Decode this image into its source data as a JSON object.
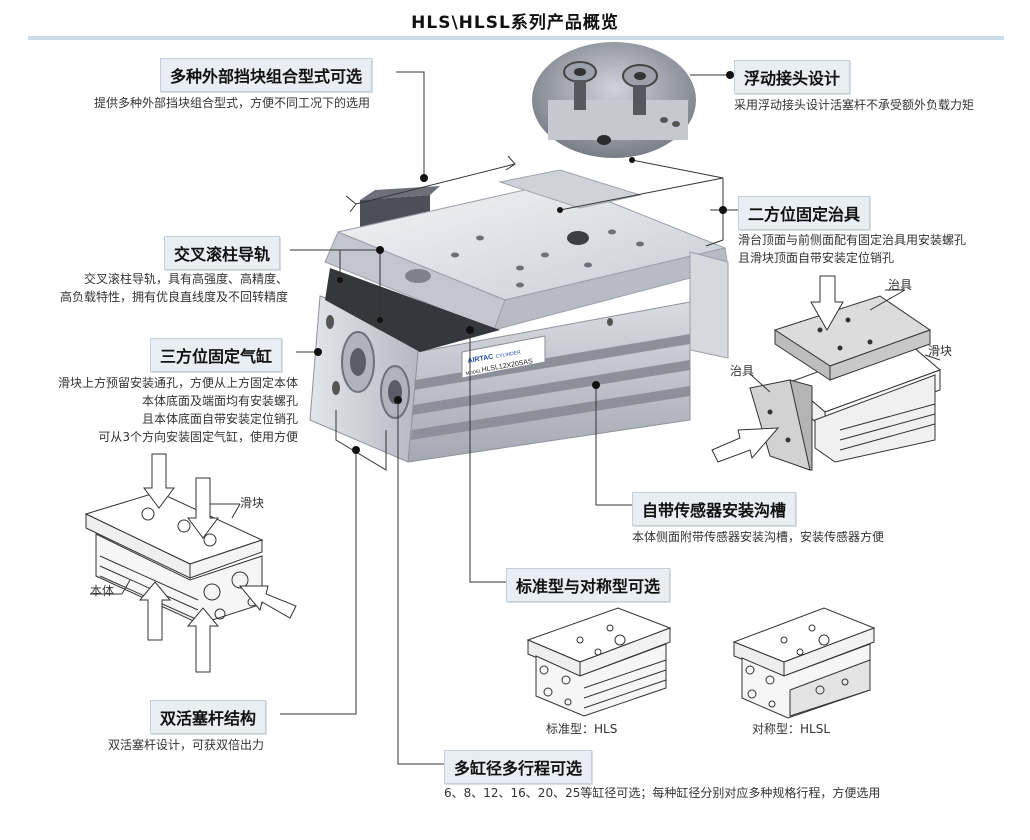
{
  "title": "HLS\\HLSL系列产品概览",
  "features": {
    "stopper": {
      "tag": "多种外部挡块组合型式可选",
      "desc": "提供多种外部挡块组合型式，方便不同工况下的选用"
    },
    "floating": {
      "tag": "浮动接头设计",
      "desc": "采用浮动接头设计活塞杆不承受额外负载力矩"
    },
    "fixture": {
      "tag": "二方位固定治具",
      "desc": [
        "滑台顶面与前侧面配有固定治具用安装螺孔",
        "且滑块顶面自带安装定位销孔"
      ]
    },
    "roller": {
      "tag": "交叉滚柱导轨",
      "desc": [
        "交叉滚柱导轨，具有高强度、高精度、",
        "高负载特性，拥有优良直线度及不回转精度"
      ]
    },
    "mount": {
      "tag": "三方位固定气缸",
      "desc": [
        "滑块上方预留安装通孔，方便从上方固定本体",
        "本体底面及端面均有安装螺孔",
        "且本体底面自带安装定位销孔",
        "可从3个方向安装固定气缸，使用方便"
      ]
    },
    "sensor": {
      "tag": "自带传感器安装沟槽",
      "desc": "本体侧面附带传感器安装沟槽，安装传感器方便"
    },
    "symmetric": {
      "tag": "标准型与对称型可选"
    },
    "piston": {
      "tag": "双活塞杆结构",
      "desc": "双活塞杆设计，可获双倍出力"
    },
    "bore": {
      "tag": "多缸径多行程可选",
      "desc": "6、8、12、16、20、25等缸径可选；每种缸径分别对应多种规格行程，方便选用"
    }
  },
  "labels": {
    "jig_top": "治具",
    "slider_right": "滑块",
    "jig_left": "治具",
    "slider_left": "滑块",
    "body_left": "本体",
    "std_type": "标准型：HLS",
    "sym_type": "对称型：HLSL"
  },
  "product_marking": {
    "brand": "AIRTAC",
    "model": "HLSL12X20SAS",
    "model_prefix": "MODEL"
  }
}
